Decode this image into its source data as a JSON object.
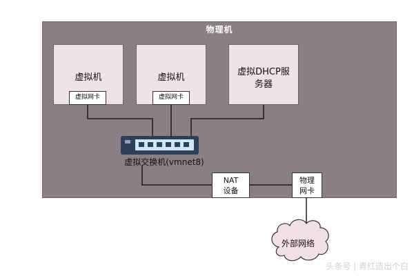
{
  "host": {
    "title": "物理机"
  },
  "vms": [
    {
      "label": "虚拟机",
      "nic": "虚拟网卡"
    },
    {
      "label": "虚拟机",
      "nic": "虚拟网卡"
    }
  ],
  "dhcp": {
    "line1": "虚拟DHCP服",
    "line2": "务器"
  },
  "switch": {
    "label": "虚拟交换机(vmnet8)"
  },
  "nat": {
    "line1": "NAT",
    "line2": "设备"
  },
  "phys_nic": {
    "line1": "物理",
    "line2": "网卡"
  },
  "external": {
    "label": "外部网络"
  },
  "watermark": "头条号 | 青红造出个白",
  "colors": {
    "host_bg": "#8a7f84",
    "vm_bg": "#efe3e6",
    "switch": "#2e3f58",
    "port": "#cfe6f5"
  }
}
